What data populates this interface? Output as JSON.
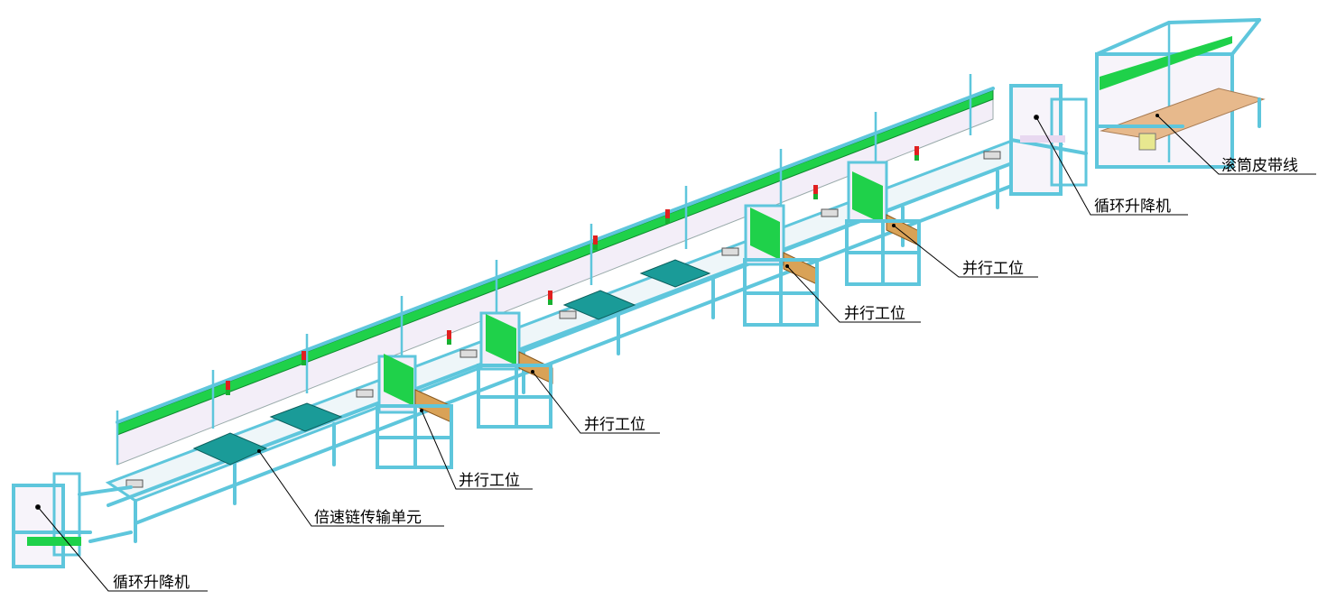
{
  "labels": {
    "lifter_left": "循环升降机",
    "chain_unit": "倍速链传输单元",
    "station_1": "并行工位",
    "station_2": "并行工位",
    "station_3": "并行工位",
    "station_4": "并行工位",
    "lifter_right": "循环升降机",
    "roller_belt": "滚筒皮带线"
  },
  "colors": {
    "frame": "#5ec6dc",
    "frame_edge": "#2a6f80",
    "green_rail": "#1fd14a",
    "panel": "#f3eef8",
    "teal_plate": "#1a9b98",
    "wood_board": "#d9a257",
    "belt": "#e7b98c",
    "lamp_red": "#e02020",
    "lamp_green": "#18b030"
  }
}
